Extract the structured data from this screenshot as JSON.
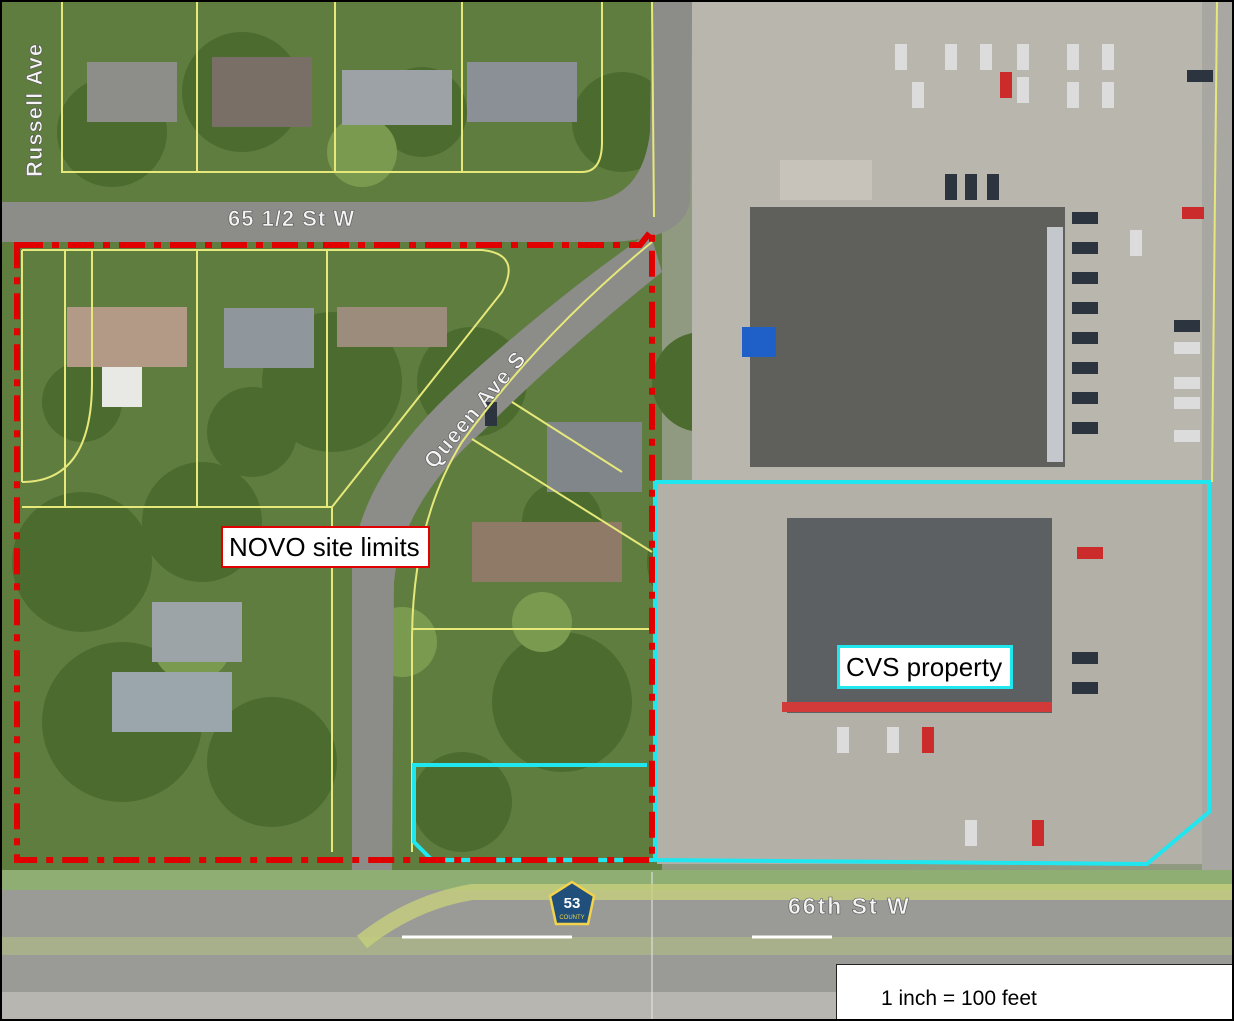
{
  "map": {
    "labels": {
      "site_limits": "NOVO site limits",
      "cvs_property": "CVS property"
    },
    "streets": {
      "russell": "Russell Ave",
      "half_st": "65 1/2 St W",
      "queen": "Queen Ave S",
      "sixty_sixth": "66th St W"
    },
    "route_shield": {
      "number": "53",
      "sub": "COUNTY"
    },
    "scale": "1 inch = 100 feet",
    "colors": {
      "site_boundary": "#e00000",
      "cvs_boundary": "#20e6f0",
      "parcel_lines": "#e6e87a"
    }
  }
}
